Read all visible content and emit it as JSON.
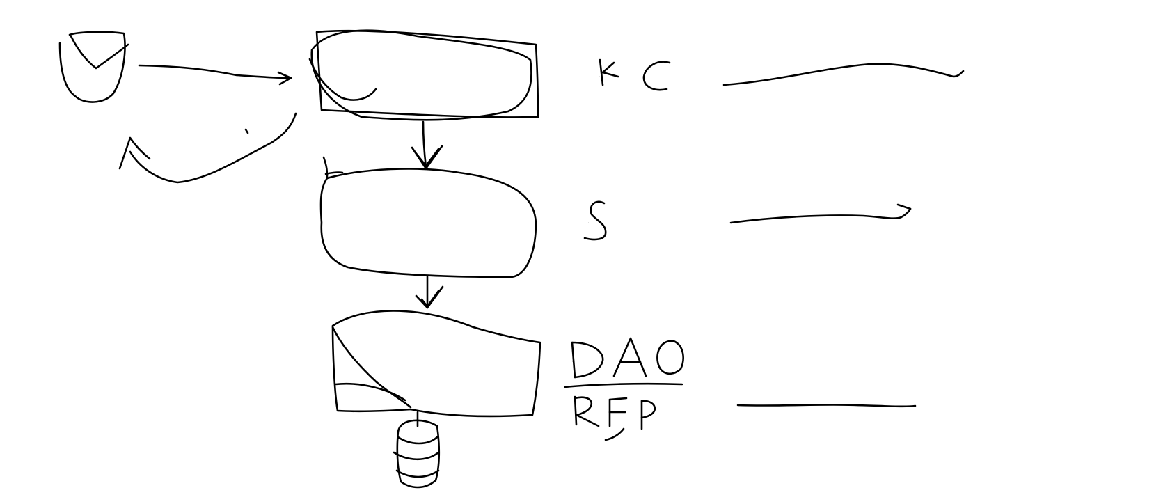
{
  "diagram": {
    "labels": {
      "top": "K C",
      "middle": "S",
      "bottom_line1": "DAO",
      "bottom_line2": "REP"
    },
    "colors": {
      "background": "#ffffff",
      "stroke": "#000000"
    }
  }
}
